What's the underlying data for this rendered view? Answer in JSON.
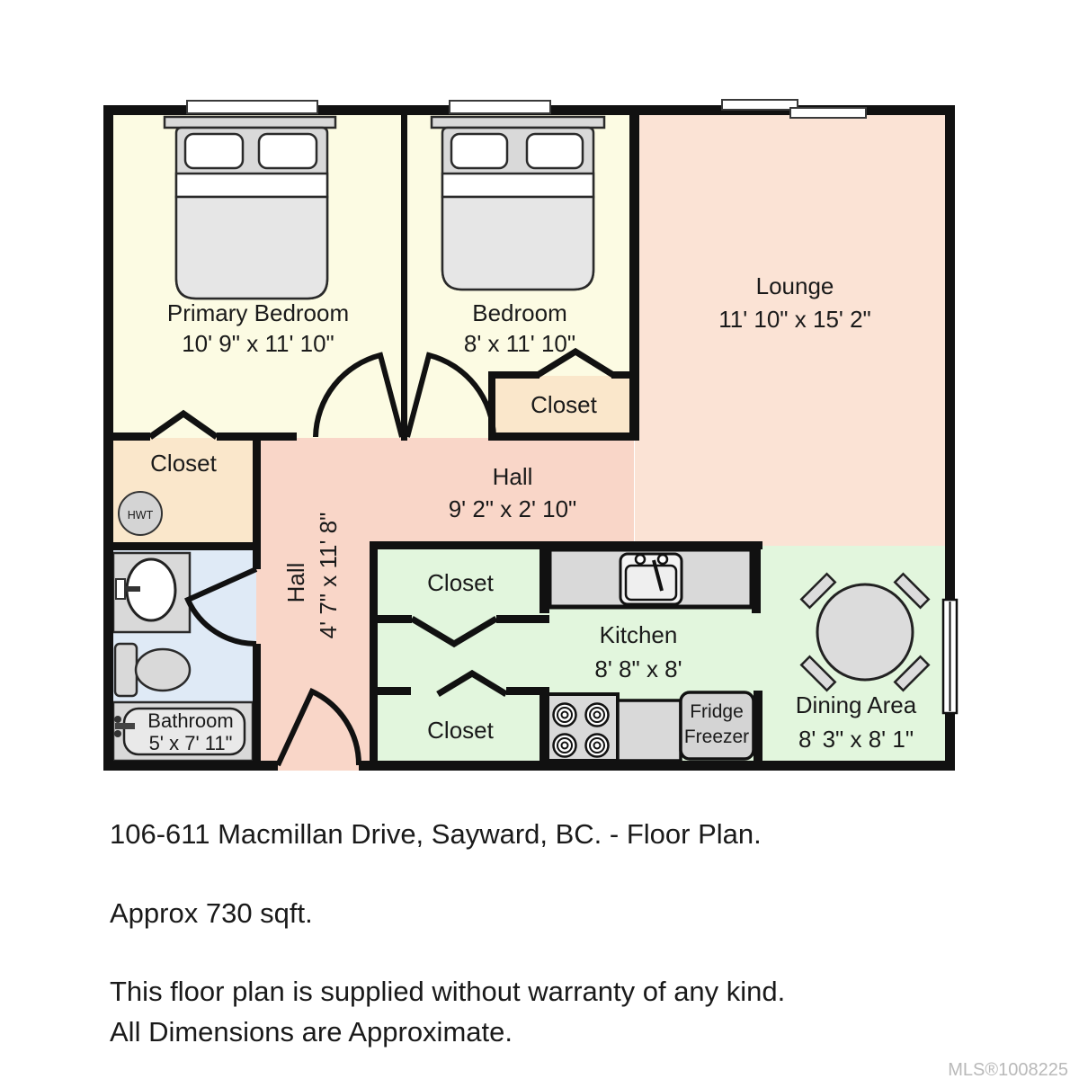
{
  "floor_plan": {
    "rooms": {
      "primary_bedroom": {
        "name": "Primary Bedroom",
        "dims": "10' 9\" x 11' 10\""
      },
      "bedroom": {
        "name": "Bedroom",
        "dims": "8' x 11' 10\""
      },
      "lounge": {
        "name": "Lounge",
        "dims": "11' 10\" x 15' 2\""
      },
      "hall_upper": {
        "name": "Hall",
        "dims": "9' 2\" x 2' 10\""
      },
      "hall_lower": {
        "name": "Hall",
        "dims": "4' 7\" x 11' 8\""
      },
      "kitchen": {
        "name": "Kitchen",
        "dims": "8' 8\" x 8'"
      },
      "dining_area": {
        "name": "Dining Area",
        "dims": "8' 3\" x 8' 1\""
      },
      "bathroom": {
        "name": "Bathroom",
        "dims": "5' x 7' 11\""
      },
      "closet_bedroom": {
        "name": "Closet"
      },
      "closet_hall": {
        "name": "Closet"
      },
      "closet_kitchen_upper": {
        "name": "Closet"
      },
      "closet_kitchen_lower": {
        "name": "Closet"
      }
    },
    "fixtures": {
      "hot_water_tank": "HWT",
      "fridge_line1": "Fridge",
      "fridge_line2": "Freezer"
    }
  },
  "colors": {
    "wall": "#111111",
    "bedroom_fill": "#FCFBE3",
    "closet_peach_fill": "#FAE7CB",
    "lounge_fill": "#FBE3D5",
    "hall_fill": "#F9D6C8",
    "kitchen_green_fill": "#E2F6DD",
    "bathroom_fill": "#DFEAF6",
    "furniture_gray": "#D9D9D9"
  },
  "footer": {
    "title": "106-611 Macmillan Drive, Sayward, BC. - Floor Plan.",
    "area": "Approx 730 sqft.",
    "disclaimer_line1": "This floor plan is supplied without warranty of any kind.",
    "disclaimer_line2": "All Dimensions are Approximate.",
    "mls": "MLS®1008225"
  }
}
